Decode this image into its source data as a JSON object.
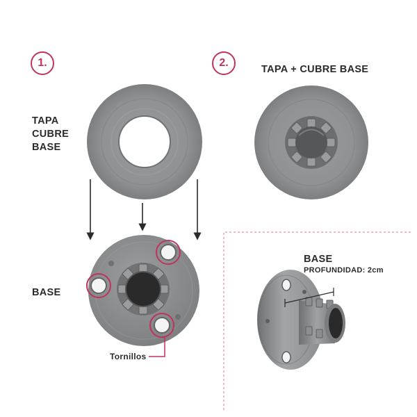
{
  "steps": [
    {
      "number": "1."
    },
    {
      "number": "2."
    }
  ],
  "labels": {
    "tapa_line1": "TAPA",
    "tapa_line2": "CUBRE",
    "tapa_line3": "BASE",
    "base": "BASE",
    "tornillos": "Tornillos",
    "combined": "TAPA + CUBRE BASE",
    "detail_base": "BASE",
    "profundidad": "PROFUNDIDAD: 2cm"
  },
  "colors": {
    "accent": "#c0335a",
    "part_gray": "#8b8d8f",
    "part_dark": "#3a3a3a",
    "dashed_line": "#e7a3b5"
  },
  "icons": [
    "arrow-down-icon",
    "screw-hole-highlight-icon"
  ]
}
